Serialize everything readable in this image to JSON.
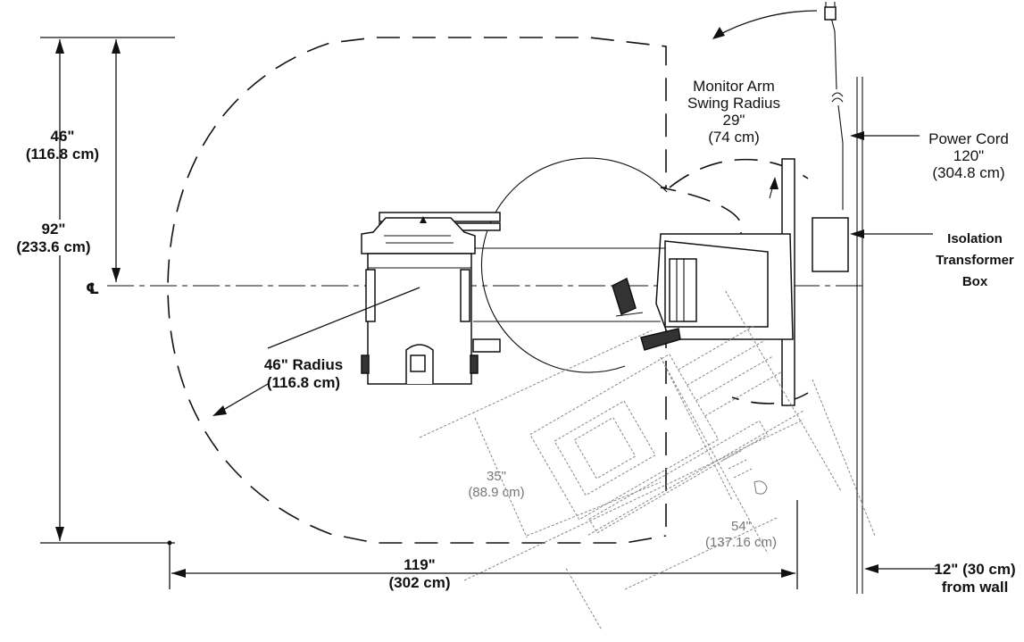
{
  "labels": {
    "monitor_arm": [
      "Monitor Arm",
      "Swing Radius",
      "29\"",
      "(74 cm)"
    ],
    "power_cord": [
      "Power Cord",
      "120\"",
      "(304.8 cm)"
    ],
    "isolation": [
      "Isolation",
      "Transformer",
      "Box"
    ],
    "depth_46": [
      "46\"",
      "(116.8 cm)"
    ],
    "height_92": [
      "92\"",
      "(233.6 cm)"
    ],
    "centerline": "℄",
    "radius_46": [
      "46\" Radius",
      "(116.8 cm)"
    ],
    "dim_35": [
      "35\"",
      "(88.9 cm)"
    ],
    "dim_54": [
      "54\"",
      "(137.16 cm)"
    ],
    "width_119": [
      "119\"",
      "(302 cm)"
    ],
    "wall_12": [
      "12\" (30 cm)",
      "from wall"
    ]
  }
}
